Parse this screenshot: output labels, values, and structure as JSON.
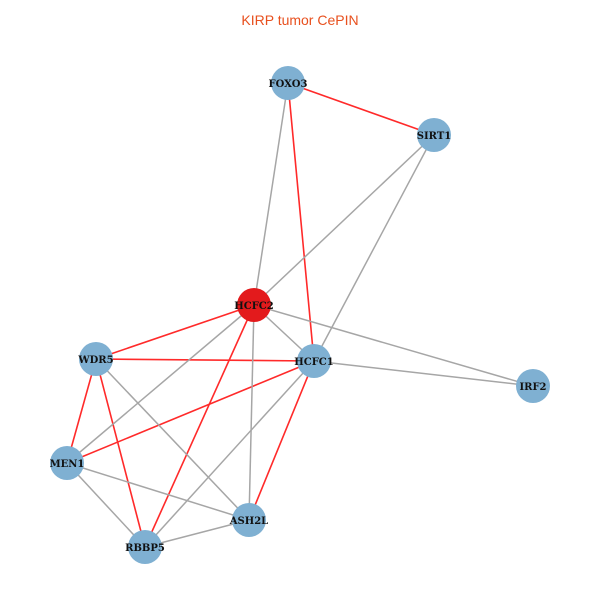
{
  "title": "KIRP tumor CePIN",
  "colors": {
    "highlight_node": "#e31a1c",
    "node": "#7fb0d2",
    "red_edge": "#ff2a2a",
    "gray_edge": "#a6a6a6",
    "title": "#e8501e"
  },
  "nodes": [
    {
      "id": "FOXO3",
      "highlight": false
    },
    {
      "id": "SIRT1",
      "highlight": false
    },
    {
      "id": "HCFC2",
      "highlight": true
    },
    {
      "id": "WDR5",
      "highlight": false
    },
    {
      "id": "HCFC1",
      "highlight": false
    },
    {
      "id": "IRF2",
      "highlight": false
    },
    {
      "id": "MEN1",
      "highlight": false
    },
    {
      "id": "ASH2L",
      "highlight": false
    },
    {
      "id": "RBBP5",
      "highlight": false
    }
  ],
  "edges": [
    {
      "source": "FOXO3",
      "target": "SIRT1",
      "type": "red"
    },
    {
      "source": "FOXO3",
      "target": "HCFC1",
      "type": "red"
    },
    {
      "source": "HCFC2",
      "target": "WDR5",
      "type": "red"
    },
    {
      "source": "HCFC2",
      "target": "RBBP5",
      "type": "red"
    },
    {
      "source": "WDR5",
      "target": "HCFC1",
      "type": "red"
    },
    {
      "source": "WDR5",
      "target": "MEN1",
      "type": "red"
    },
    {
      "source": "WDR5",
      "target": "RBBP5",
      "type": "red"
    },
    {
      "source": "MEN1",
      "target": "HCFC1",
      "type": "red"
    },
    {
      "source": "HCFC1",
      "target": "ASH2L",
      "type": "red"
    },
    {
      "source": "FOXO3",
      "target": "HCFC2",
      "type": "gray"
    },
    {
      "source": "SIRT1",
      "target": "HCFC2",
      "type": "gray"
    },
    {
      "source": "SIRT1",
      "target": "HCFC1",
      "type": "gray"
    },
    {
      "source": "HCFC2",
      "target": "IRF2",
      "type": "gray"
    },
    {
      "source": "HCFC1",
      "target": "IRF2",
      "type": "gray"
    },
    {
      "source": "HCFC2",
      "target": "ASH2L",
      "type": "gray"
    },
    {
      "source": "HCFC2",
      "target": "MEN1",
      "type": "gray"
    },
    {
      "source": "HCFC2",
      "target": "HCFC1",
      "type": "gray"
    },
    {
      "source": "WDR5",
      "target": "ASH2L",
      "type": "gray"
    },
    {
      "source": "MEN1",
      "target": "ASH2L",
      "type": "gray"
    },
    {
      "source": "MEN1",
      "target": "RBBP5",
      "type": "gray"
    },
    {
      "source": "RBBP5",
      "target": "ASH2L",
      "type": "gray"
    },
    {
      "source": "HCFC1",
      "target": "RBBP5",
      "type": "gray"
    }
  ]
}
